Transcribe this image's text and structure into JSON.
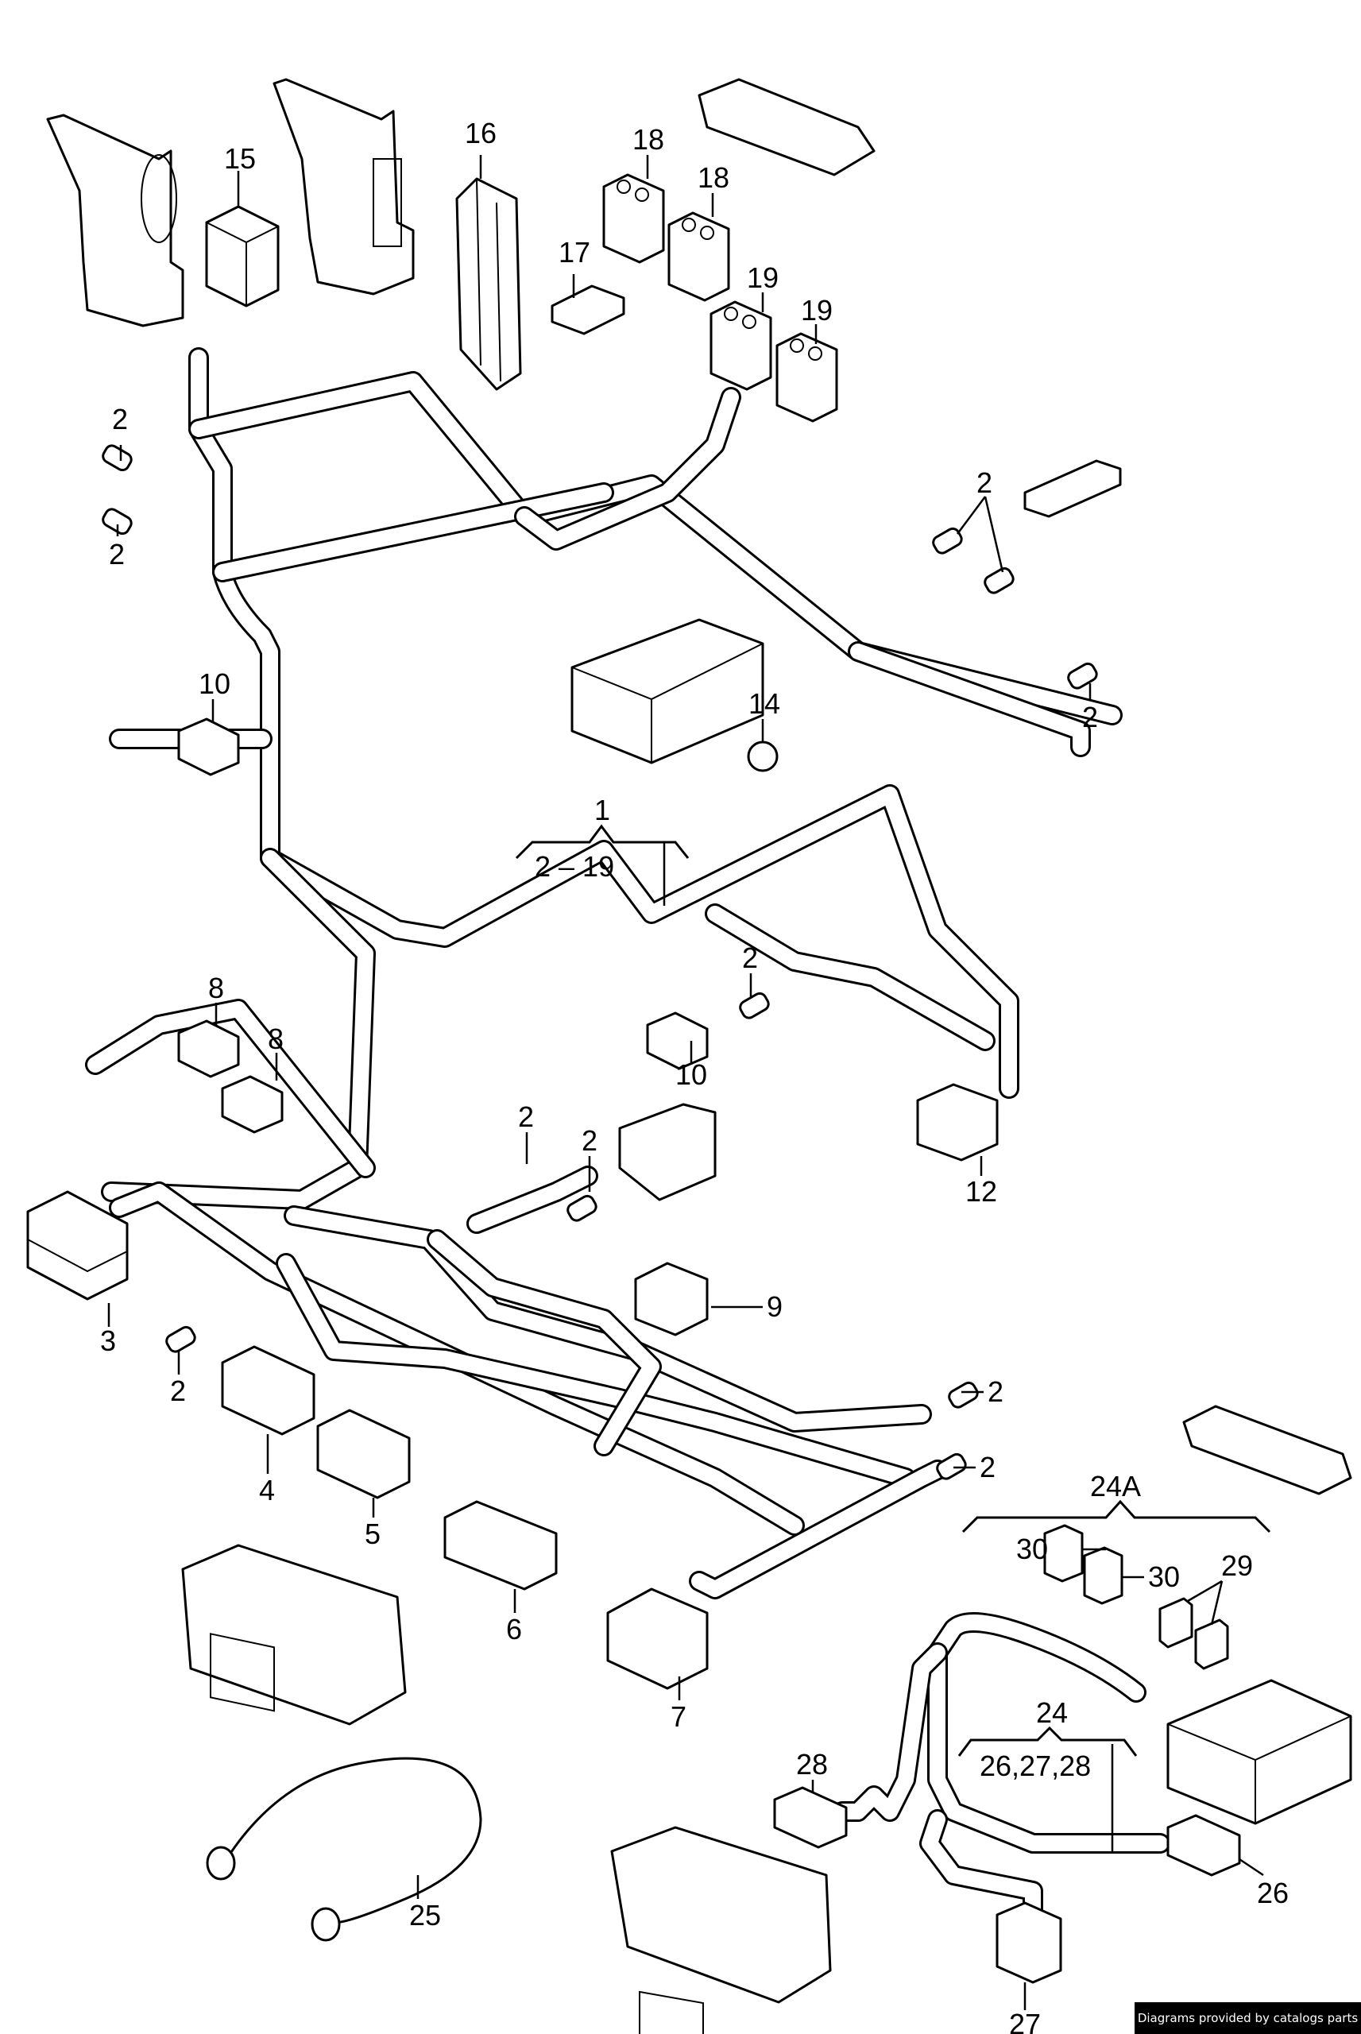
{
  "diagram": {
    "title": "Wiring harness parts diagram",
    "callouts": {
      "c1": "1",
      "c1_range": "2 – 19",
      "c2a": "2",
      "c2b": "2",
      "c2c": "2",
      "c2d": "2",
      "c2e": "2",
      "c2f": "2",
      "c2g": "2",
      "c2h": "2",
      "c2i": "2",
      "c2j": "2",
      "c3": "3",
      "c4": "4",
      "c5": "5",
      "c6": "6",
      "c7": "7",
      "c8a": "8",
      "c8b": "8",
      "c9": "9",
      "c10a": "10",
      "c10b": "10",
      "c12": "12",
      "c14": "14",
      "c15": "15",
      "c16": "16",
      "c17": "17",
      "c18a": "18",
      "c18b": "18",
      "c19a": "19",
      "c19b": "19",
      "c24": "24",
      "c24_range": "26,27,28",
      "c24A": "24A",
      "c25": "25",
      "c26": "26",
      "c27": "27",
      "c28": "28",
      "c29": "29",
      "c30a": "30",
      "c30b": "30"
    }
  },
  "watermark": "Diagrams provided by catalogs parts"
}
